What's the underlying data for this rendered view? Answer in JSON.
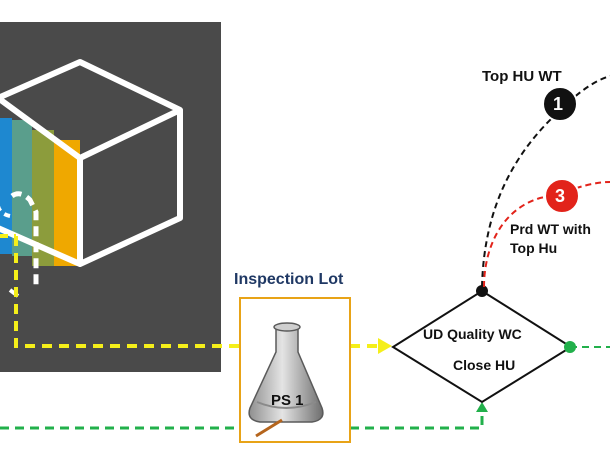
{
  "colors": {
    "dark_panel": "#4a4a4a",
    "cube_stripes": [
      "#1e88d0",
      "#5a9e8c",
      "#8c9c3c",
      "#d6a418",
      "#efa800"
    ],
    "yellow_flow": "#f5ef1a",
    "green_flow": "#22b04b",
    "black_flow": "#111111",
    "red_flow": "#e2231a",
    "inspection_border": "#e8a317",
    "inspection_title": "#1f3864"
  },
  "icons": {
    "cube": "cube-icon",
    "flask": "flask-icon",
    "diamond": "decision-diamond-icon"
  },
  "inspection_lot": {
    "title": "Inspection Lot",
    "flask_label": "PS 1"
  },
  "decision": {
    "line1": "UD Quality WC",
    "line2": "Close HU"
  },
  "badges": [
    {
      "number": "1",
      "label": "Top HU WT",
      "color": "#111111"
    },
    {
      "number": "3",
      "label_line1": "Prd WT with",
      "label_line2": "Top Hu",
      "color": "#e2231a"
    }
  ]
}
